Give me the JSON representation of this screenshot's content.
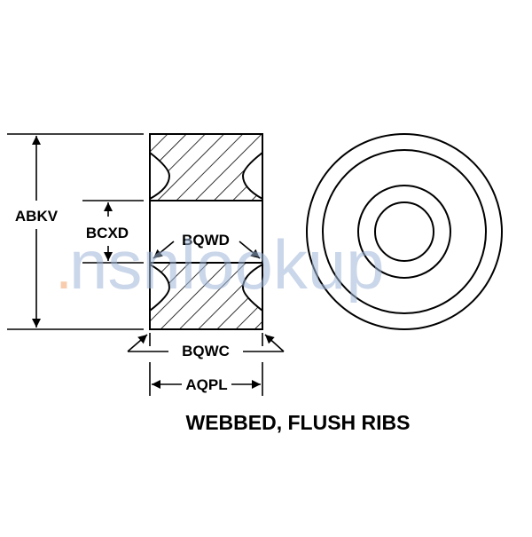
{
  "labels": {
    "overall_height": "ABKV",
    "bore_diameter": "BCXD",
    "web_width": "BQWD",
    "rib_width": "BQWC",
    "overall_length": "AQPL"
  },
  "caption": "WEBBED, FLUSH RIBS",
  "watermark": {
    "dot": ".",
    "text": "nsnlookup",
    "dot_color": "#f3a46b",
    "text_color": "#9fb6d8"
  },
  "colors": {
    "ink": "#000000",
    "background": "#ffffff"
  }
}
